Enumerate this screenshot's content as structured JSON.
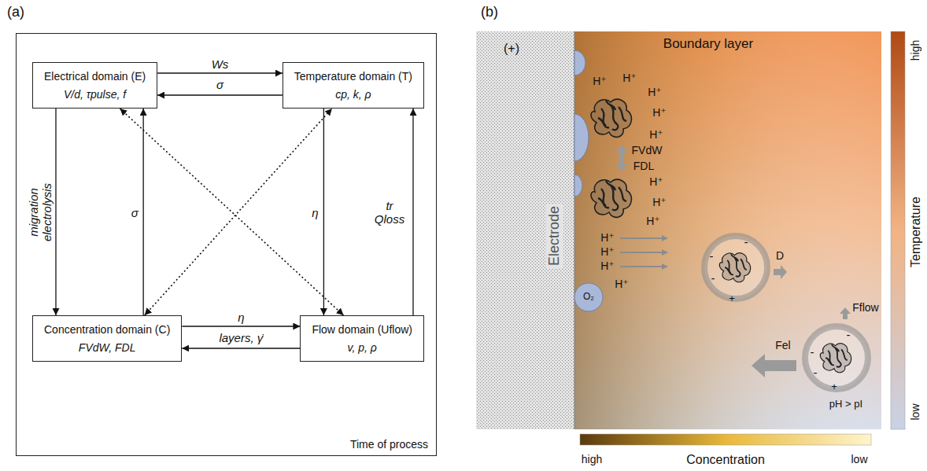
{
  "diagram": {
    "nodes": [
      {
        "text": [
          "Time of process"
        ]
      },
      {
        "text": [
          "Electrical domain (E)",
          "V/d, τpulse, f"
        ],
        "in": 0
      },
      {
        "text": [
          "Temperature domain (T)",
          "cp, k, ρ"
        ],
        "in": 0
      },
      {
        "text": [
          "Concentration domain (C)",
          "FVdW, FDL"
        ],
        "in": 0
      },
      {
        "text": [
          "Flow domain (Uflow)",
          "v, p, ρ"
        ],
        "in": 0
      }
    ],
    "edges": [
      {
        "from": 1,
        "to": 2,
        "label": "Ws",
        "arrow": "to"
      },
      {
        "from": 2,
        "to": 1,
        "label": "σ",
        "arrow": "to"
      },
      {
        "from": 1,
        "to": 3,
        "label": "migration electrolysis",
        "arrow": "to"
      },
      {
        "from": 3,
        "to": 1,
        "label": "σ",
        "arrow": "to"
      },
      {
        "from": 2,
        "to": 4,
        "label": "η",
        "arrow": "to"
      },
      {
        "from": 4,
        "to": 2,
        "label": "tr Qloss",
        "arrow": "to"
      },
      {
        "from": 3,
        "to": 4,
        "label": "η",
        "arrow": "to"
      },
      {
        "from": 4,
        "to": 3,
        "label": "layers, γ̇",
        "arrow": "to"
      },
      {
        "from": 3,
        "to": 2,
        "arrow": "both"
      },
      {
        "from": 1,
        "to": 4,
        "arrow": "both"
      }
    ],
    "labels": [
      "(a)",
      "(b)",
      "(+)",
      "Electrode",
      "Boundary layer",
      "H⁺",
      "H⁺",
      "H⁺",
      "H⁺",
      "H⁺",
      "H⁺",
      "H⁺",
      "H⁺",
      "H⁺",
      "H⁺",
      "H⁺",
      "H⁺",
      "FVdW",
      "FDL",
      "O₂",
      "D",
      "-",
      "-",
      "-",
      "+",
      "Fflow",
      "Fel",
      "-",
      "-",
      "-",
      "+",
      "pH > pI",
      "Temperature",
      "high",
      "low",
      "high",
      "Concentration",
      "low"
    ]
  }
}
